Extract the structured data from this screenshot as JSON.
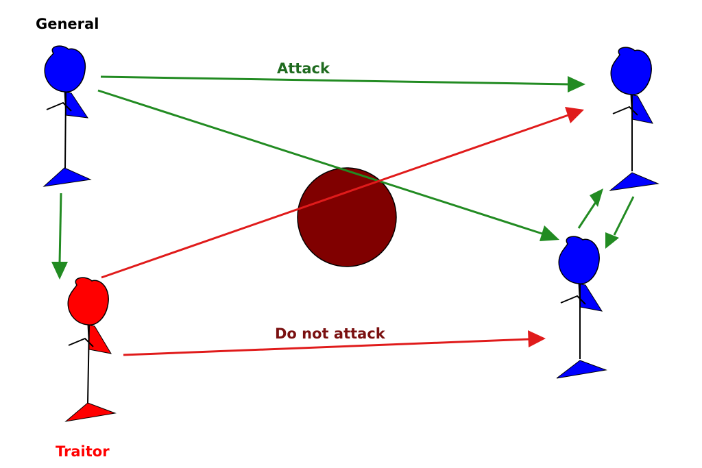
{
  "labels": {
    "general": "General",
    "attack": "Attack",
    "do_not_attack": "Do not attack",
    "traitor": "Traitor"
  },
  "colors": {
    "loyal": "#0000ff",
    "traitor": "#ff0000",
    "attack_message": "#228b22",
    "retreat_message": "#e01b1b",
    "blocker": "#800000",
    "general_label": "#000000",
    "attack_label": "#1f6b1f",
    "do_not_attack_label": "#7a1010",
    "traitor_label": "#ff0000"
  },
  "icons": {
    "figure": "stick-figure-icon",
    "blocker": "solid-circle-icon",
    "arrowhead": "triangle-arrowhead-icon"
  }
}
